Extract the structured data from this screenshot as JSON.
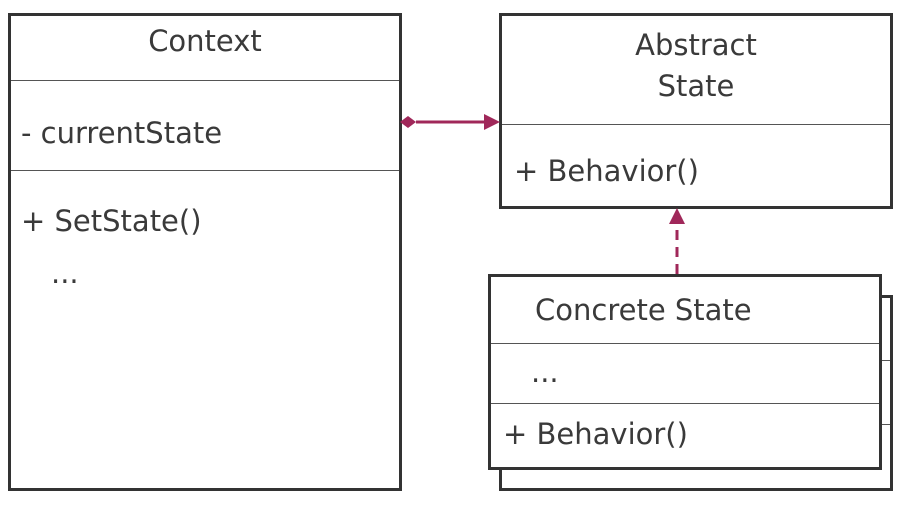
{
  "context": {
    "name": "Context",
    "attribute": "- currentState",
    "method": "+ SetState()",
    "ellipsis": "..."
  },
  "abstract_state": {
    "name_line1": "Abstract",
    "name_line2": "State",
    "method": "+ Behavior()"
  },
  "concrete_state": {
    "name": "Concrete State",
    "attribute": "...",
    "method": "+ Behavior()"
  },
  "colors": {
    "arrow": "#a0285a",
    "border": "#333333",
    "text": "#3a3a3a"
  }
}
